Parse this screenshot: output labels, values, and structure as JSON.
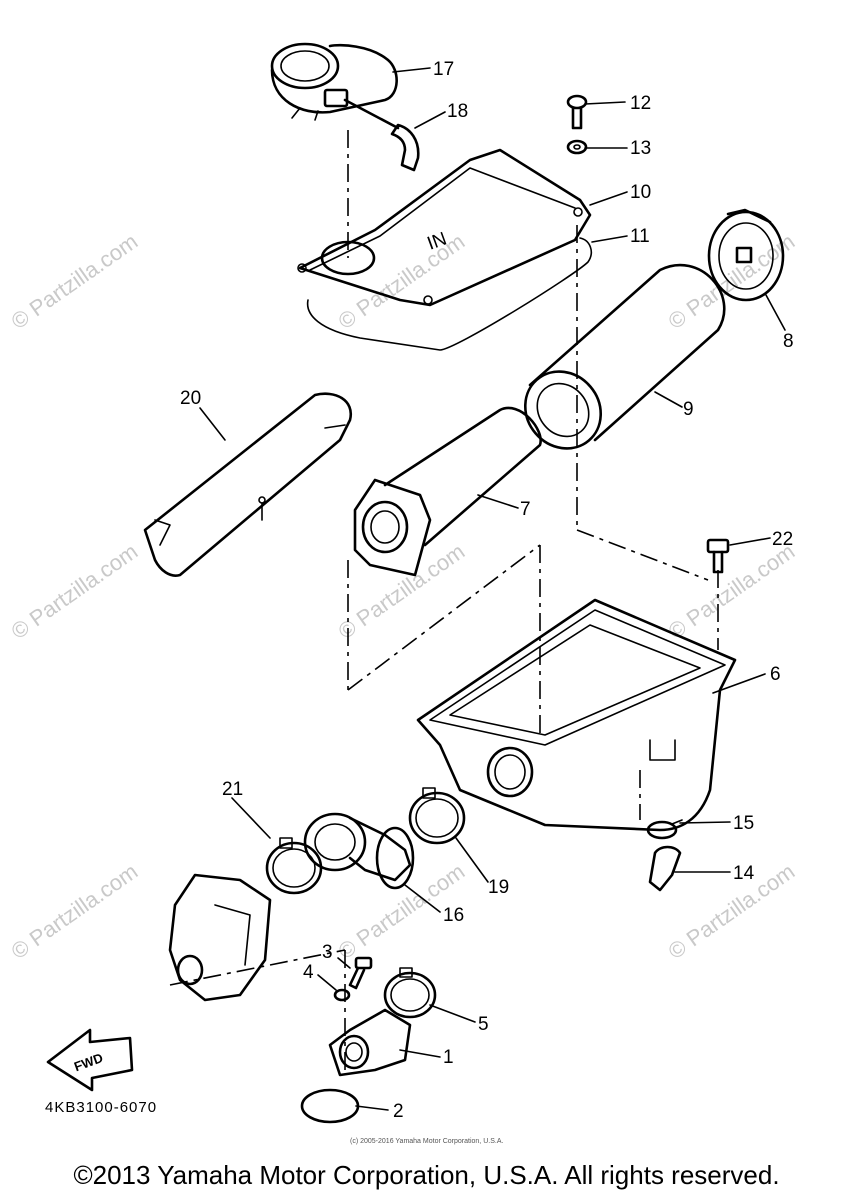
{
  "diagram": {
    "callouts": [
      "1",
      "2",
      "3",
      "4",
      "5",
      "6",
      "7",
      "8",
      "9",
      "10",
      "11",
      "12",
      "13",
      "14",
      "15",
      "16",
      "17",
      "18",
      "19",
      "20",
      "21",
      "22"
    ],
    "part_code": "4KB3100-6070",
    "direction_label": "FWD",
    "filter_cover_mark": "IN"
  },
  "watermark": {
    "text": "© Partzilla.com"
  },
  "footer": {
    "small_notice": "(c) 2005-2016 Yamaha Motor Corporation, U.S.A.",
    "copyright": "©2013 Yamaha Motor Corporation, U.S.A. All rights reserved."
  }
}
